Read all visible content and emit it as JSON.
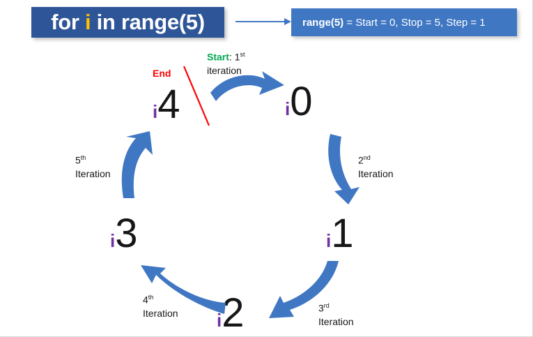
{
  "header": {
    "code_prefix": "for ",
    "code_var": "i",
    "code_suffix": " in range(5)",
    "link_arrow_icon": "right-arrow-icon",
    "range_bold": "range(5)",
    "range_rest": " = Start = 0, Stop = 5, Step = 1"
  },
  "colors": {
    "code_box_bg": "#2E5597",
    "range_box_bg": "#4077C3",
    "arrow_blue": "#4077C3",
    "var_yellow": "#FFC000",
    "var_purple": "#7030A0",
    "start_green": "#00A651",
    "end_red": "#FF0000",
    "digit_black": "#161616",
    "background": "#FFFFFF"
  },
  "diagram": {
    "type": "for-loop-iteration-cycle",
    "nodes": [
      {
        "id": "node-0",
        "var": "i",
        "value": "0"
      },
      {
        "id": "node-1",
        "var": "i",
        "value": "1"
      },
      {
        "id": "node-2",
        "var": "i",
        "value": "2"
      },
      {
        "id": "node-3",
        "var": "i",
        "value": "3"
      },
      {
        "id": "node-4",
        "var": "i",
        "value": "4"
      }
    ],
    "start_label": {
      "word": "Start",
      "separator": ": 1",
      "ordinal": "st",
      "line2": "iteration"
    },
    "end_label": "End",
    "iterations": [
      {
        "number": "2",
        "ordinal": "nd",
        "line2": "Iteration"
      },
      {
        "number": "3",
        "ordinal": "rd",
        "line2": "Iteration"
      },
      {
        "number": "4",
        "ordinal": "th",
        "line2": "Iteration"
      },
      {
        "number": "5",
        "ordinal": "th",
        "line2": "Iteration"
      }
    ],
    "arrow_icons": [
      "curved-arrow-right-icon",
      "curved-arrow-down-icon",
      "curved-arrow-down-left-icon",
      "curved-arrow-up-left-icon",
      "curved-arrow-up-icon"
    ],
    "end_marker_icon": "red-slash-icon"
  }
}
